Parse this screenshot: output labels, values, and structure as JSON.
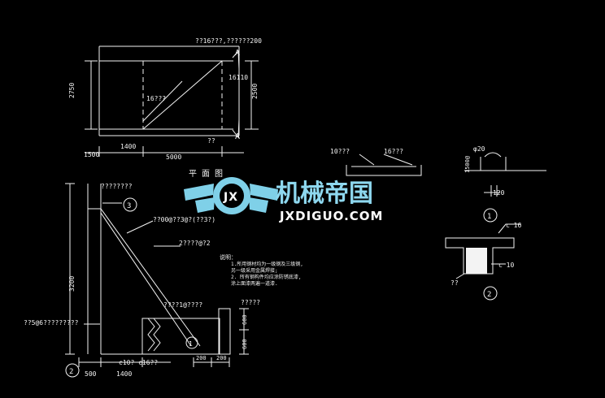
{
  "plan_view": {
    "section_marker_top": "A",
    "section_marker_bottom": "A",
    "top_label": "??16???,??????200",
    "left_dim": "2750",
    "right_dim": "2500",
    "bottom_dim_left": "1400",
    "bottom_dim_center": "5000",
    "bottom_dim_far_left": "1500",
    "inner_label": "16???",
    "right_small_label": "16110",
    "bottom_note": "??",
    "title": "平 面 图"
  },
  "section_view": {
    "top_left_label": "????????",
    "circle_3": "3",
    "label_1": "??00@??3@?(??3?)",
    "label_2": "2????@?2",
    "height_dim": "3200",
    "mid_label": "????1@????",
    "right_top_label": "?????",
    "right_dim_1": "600",
    "right_dim_2": "600",
    "left_note": "??5@6?????????",
    "circle_2_label": "2",
    "circle_1_label": "1",
    "bottom_dim_1": "500",
    "bottom_dim_2": "1400",
    "bottom_label": "c10? c16??",
    "bottom_right_dim_1": "200",
    "bottom_right_dim_2": "200"
  },
  "notes": {
    "title": "说明：",
    "line1": "1.所用钢材均为一级钢及三级钢,",
    "line2": "  另一级采用金属焊接;",
    "line3": "2. 所有钢构件均应涂防锈底漆,",
    "line4": "  涂上面漆两遍一道漆."
  },
  "detail_top": {
    "label_left": "10???",
    "label_right": "16???"
  },
  "detail_1": {
    "top_label": "φ20",
    "side_label": "1500@",
    "bottom_label": "120",
    "circle_label": "1"
  },
  "detail_2": {
    "top_label": "c 16",
    "side_label": "c 10",
    "left_label": "??",
    "circle_label": "2"
  },
  "logo": {
    "main_text": "机械帝国",
    "sub_text": "JXDIGUO.COM",
    "badge_text": "JX",
    "colors": {
      "primary": "#7fd0e8",
      "dark": "#2a7fa0"
    }
  }
}
